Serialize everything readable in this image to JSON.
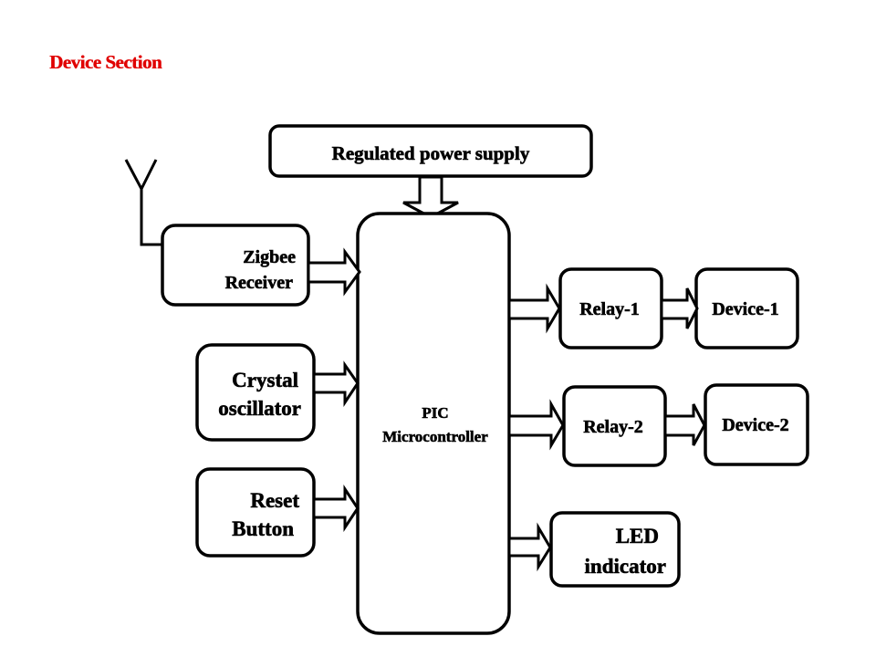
{
  "title": "Device Section",
  "title_color": "#e00000",
  "blocks": {
    "power_supply": {
      "lines": [
        "Regulated power supply"
      ]
    },
    "zigbee": {
      "lines": [
        "Zigbee",
        "Receiver"
      ]
    },
    "crystal": {
      "lines": [
        "Crystal",
        "oscillator"
      ]
    },
    "reset": {
      "lines": [
        "Reset",
        "Button"
      ]
    },
    "pic": {
      "lines": [
        "PIC",
        "Microcontroller"
      ]
    },
    "relay1": {
      "lines": [
        "Relay-1"
      ]
    },
    "device1": {
      "lines": [
        "Device-1"
      ]
    },
    "relay2": {
      "lines": [
        "Relay-2"
      ]
    },
    "device2": {
      "lines": [
        "Device-2"
      ]
    },
    "led": {
      "lines": [
        "LED",
        "indicator"
      ]
    }
  },
  "icons": {
    "antenna": "antenna-icon"
  }
}
